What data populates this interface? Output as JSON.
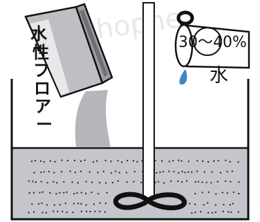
{
  "watermark": {
    "text": "shopne"
  },
  "bag": {
    "label_lines": [
      "水",
      "性",
      "フ",
      "ロ",
      "ア",
      "ー"
    ]
  },
  "cup": {
    "ratio_label": "30〜40%",
    "water_label": "水"
  },
  "colors": {
    "mixture": "#c4c6cc",
    "powder_stream": "#b4b6bb",
    "water_drop": "#3f86c6",
    "outline": "#111111",
    "background": "#ffffff"
  }
}
